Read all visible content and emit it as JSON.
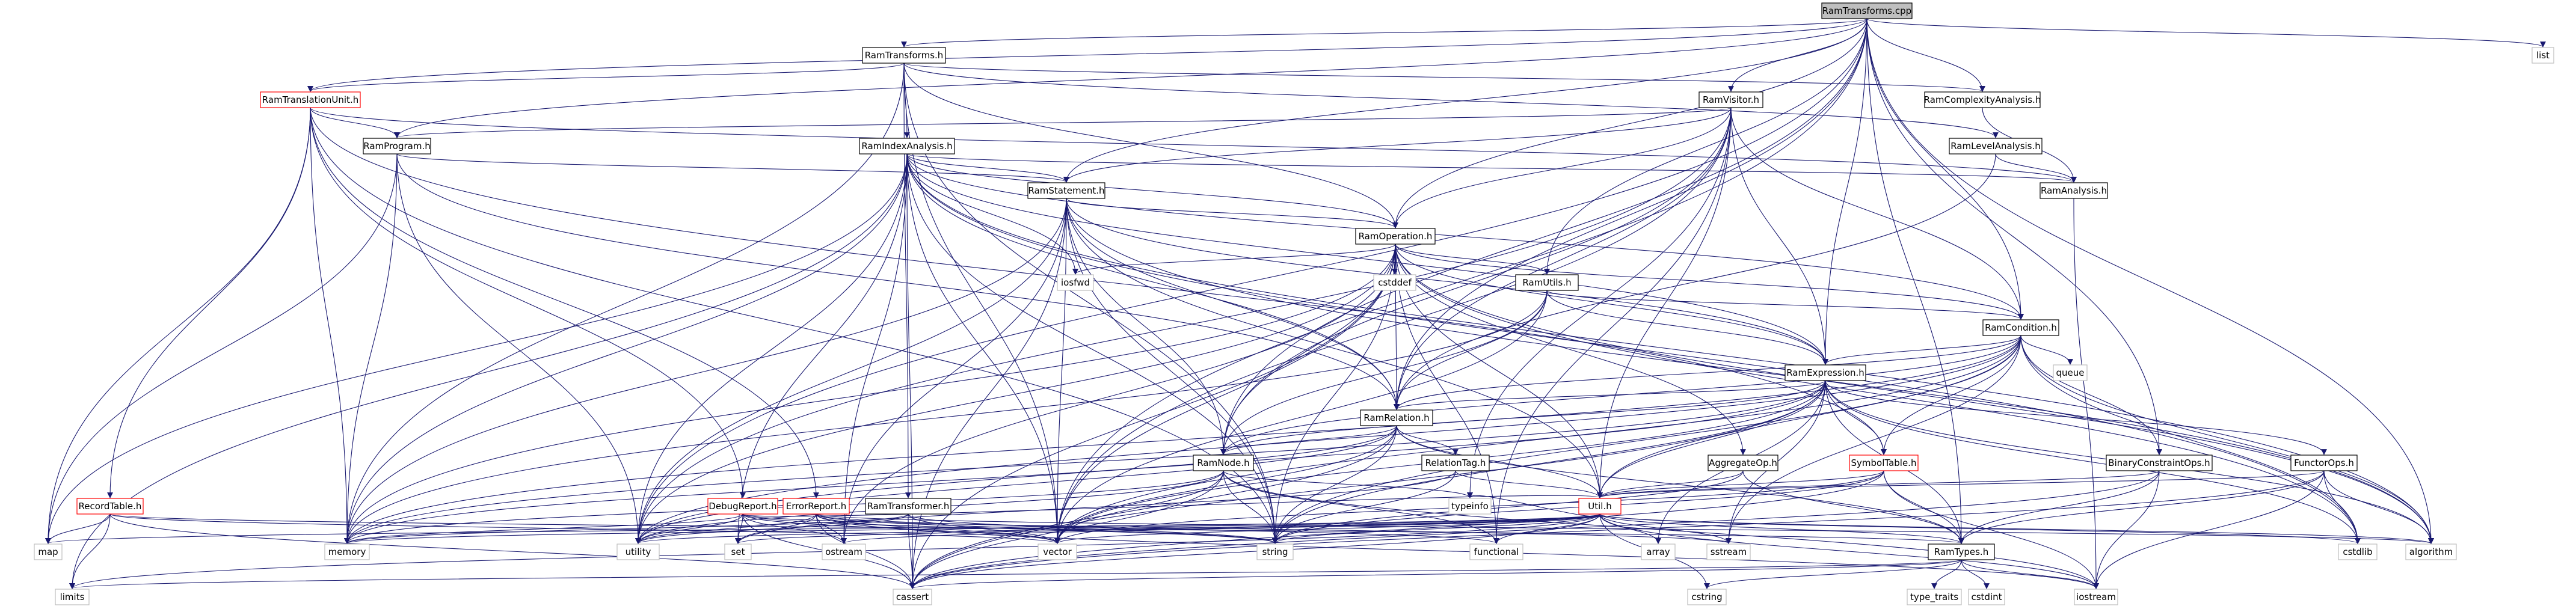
{
  "diagram": {
    "title": "",
    "colors": {
      "edge": "#191970",
      "root_fill": "#bfbfbf",
      "node_border": "#000000",
      "red_border": "#ff0000",
      "external_border": "#bfbfbf",
      "node_fill": "#ffffff",
      "text": "#000000"
    },
    "nodes": [
      {
        "id": "RamTransforms_cpp",
        "label": "RamTransforms.cpp",
        "style": "root"
      },
      {
        "id": "RamTransforms_h",
        "label": "RamTransforms.h",
        "style": "normal"
      },
      {
        "id": "list",
        "label": "list",
        "style": "external"
      },
      {
        "id": "RamTranslationUnit_h",
        "label": "RamTranslationUnit.h",
        "style": "red"
      },
      {
        "id": "RamVisitor_h",
        "label": "RamVisitor.h",
        "style": "normal"
      },
      {
        "id": "RamComplexityAnalysis_h",
        "label": "RamComplexityAnalysis.h",
        "style": "normal"
      },
      {
        "id": "RamProgram_h",
        "label": "RamProgram.h",
        "style": "normal"
      },
      {
        "id": "RamIndexAnalysis_h",
        "label": "RamIndexAnalysis.h",
        "style": "normal"
      },
      {
        "id": "RamLevelAnalysis_h",
        "label": "RamLevelAnalysis.h",
        "style": "normal"
      },
      {
        "id": "RamStatement_h",
        "label": "RamStatement.h",
        "style": "normal"
      },
      {
        "id": "RamAnalysis_h",
        "label": "RamAnalysis.h",
        "style": "normal"
      },
      {
        "id": "RamOperation_h",
        "label": "RamOperation.h",
        "style": "normal"
      },
      {
        "id": "iosfwd",
        "label": "iosfwd",
        "style": "external"
      },
      {
        "id": "cstddef",
        "label": "cstddef",
        "style": "external"
      },
      {
        "id": "RamUtils_h",
        "label": "RamUtils.h",
        "style": "normal"
      },
      {
        "id": "RamCondition_h",
        "label": "RamCondition.h",
        "style": "normal"
      },
      {
        "id": "RamExpression_h",
        "label": "RamExpression.h",
        "style": "normal"
      },
      {
        "id": "queue",
        "label": "queue",
        "style": "external"
      },
      {
        "id": "RamRelation_h",
        "label": "RamRelation.h",
        "style": "normal"
      },
      {
        "id": "RamNode_h",
        "label": "RamNode.h",
        "style": "normal"
      },
      {
        "id": "RelationTag_h",
        "label": "RelationTag.h",
        "style": "normal"
      },
      {
        "id": "AggregateOp_h",
        "label": "AggregateOp.h",
        "style": "normal"
      },
      {
        "id": "SymbolTable_h",
        "label": "SymbolTable.h",
        "style": "red"
      },
      {
        "id": "BinaryConstraintOps_h",
        "label": "BinaryConstraintOps.h",
        "style": "normal"
      },
      {
        "id": "FunctorOps_h",
        "label": "FunctorOps.h",
        "style": "normal"
      },
      {
        "id": "RecordTable_h",
        "label": "RecordTable.h",
        "style": "red"
      },
      {
        "id": "DebugReport_h",
        "label": "DebugReport.h",
        "style": "red"
      },
      {
        "id": "ErrorReport_h",
        "label": "ErrorReport.h",
        "style": "red"
      },
      {
        "id": "RamTransformer_h",
        "label": "RamTransformer.h",
        "style": "normal"
      },
      {
        "id": "typeinfo",
        "label": "typeinfo",
        "style": "external"
      },
      {
        "id": "Util_h",
        "label": "Util.h",
        "style": "red"
      },
      {
        "id": "RamTypes_h",
        "label": "RamTypes.h",
        "style": "normal"
      },
      {
        "id": "map",
        "label": "map",
        "style": "external"
      },
      {
        "id": "memory",
        "label": "memory",
        "style": "external"
      },
      {
        "id": "utility",
        "label": "utility",
        "style": "external"
      },
      {
        "id": "set",
        "label": "set",
        "style": "external"
      },
      {
        "id": "ostream",
        "label": "ostream",
        "style": "external"
      },
      {
        "id": "vector",
        "label": "vector",
        "style": "external"
      },
      {
        "id": "string",
        "label": "string",
        "style": "external"
      },
      {
        "id": "functional",
        "label": "functional",
        "style": "external"
      },
      {
        "id": "array",
        "label": "array",
        "style": "external"
      },
      {
        "id": "sstream",
        "label": "sstream",
        "style": "external"
      },
      {
        "id": "cstdlib",
        "label": "cstdlib",
        "style": "external"
      },
      {
        "id": "algorithm",
        "label": "algorithm",
        "style": "external"
      },
      {
        "id": "limits",
        "label": "limits",
        "style": "external"
      },
      {
        "id": "cassert",
        "label": "cassert",
        "style": "external"
      },
      {
        "id": "cstring",
        "label": "cstring",
        "style": "external"
      },
      {
        "id": "iostream",
        "label": "iostream",
        "style": "external"
      },
      {
        "id": "type_traits",
        "label": "type_traits",
        "style": "external"
      },
      {
        "id": "cstdint",
        "label": "cstdint",
        "style": "external"
      }
    ],
    "edges": [
      [
        "RamTransforms_cpp",
        "RamTransforms_h"
      ],
      [
        "RamTransforms_cpp",
        "list"
      ],
      [
        "RamTransforms_cpp",
        "RamVisitor_h"
      ],
      [
        "RamTransforms_cpp",
        "RamComplexityAnalysis_h"
      ],
      [
        "RamTransforms_cpp",
        "RamProgram_h"
      ],
      [
        "RamTransforms_cpp",
        "RamStatement_h"
      ],
      [
        "RamTransforms_cpp",
        "RamOperation_h"
      ],
      [
        "RamTransforms_cpp",
        "RamUtils_h"
      ],
      [
        "RamTransforms_cpp",
        "RamCondition_h"
      ],
      [
        "RamTransforms_cpp",
        "RamRelation_h"
      ],
      [
        "RamTransforms_cpp",
        "RamNode_h"
      ],
      [
        "RamTransforms_cpp",
        "BinaryConstraintOps_h"
      ],
      [
        "RamTransforms_cpp",
        "RamTypes_h"
      ],
      [
        "RamTransforms_cpp",
        "algorithm"
      ],
      [
        "RamTransforms_cpp",
        "utility"
      ],
      [
        "RamTransforms_cpp",
        "vector"
      ],
      [
        "RamTransforms_cpp",
        "RamExpression_h"
      ],
      [
        "RamTransforms_cpp",
        "RamTranslationUnit_h"
      ],
      [
        "RamTransforms_h",
        "RamTranslationUnit_h"
      ],
      [
        "RamTransforms_h",
        "RamIndexAnalysis_h"
      ],
      [
        "RamTransforms_h",
        "RamComplexityAnalysis_h"
      ],
      [
        "RamTransforms_h",
        "RamLevelAnalysis_h"
      ],
      [
        "RamTransforms_h",
        "RamOperation_h"
      ],
      [
        "RamTransforms_h",
        "RamTransformer_h"
      ],
      [
        "RamTransforms_h",
        "memory"
      ],
      [
        "RamTransforms_h",
        "string"
      ],
      [
        "RamTransforms_h",
        "vector"
      ],
      [
        "RamTranslationUnit_h",
        "RamProgram_h"
      ],
      [
        "RamTranslationUnit_h",
        "RecordTable_h"
      ],
      [
        "RamTranslationUnit_h",
        "DebugReport_h"
      ],
      [
        "RamTranslationUnit_h",
        "ErrorReport_h"
      ],
      [
        "RamTranslationUnit_h",
        "RamAnalysis_h"
      ],
      [
        "RamTranslationUnit_h",
        "SymbolTable_h"
      ],
      [
        "RamTranslationUnit_h",
        "map"
      ],
      [
        "RamTranslationUnit_h",
        "memory"
      ],
      [
        "RamTranslationUnit_h",
        "string"
      ],
      [
        "RamVisitor_h",
        "RamProgram_h"
      ],
      [
        "RamVisitor_h",
        "RamStatement_h"
      ],
      [
        "RamVisitor_h",
        "RamOperation_h"
      ],
      [
        "RamVisitor_h",
        "RamCondition_h"
      ],
      [
        "RamVisitor_h",
        "RamExpression_h"
      ],
      [
        "RamVisitor_h",
        "RamRelation_h"
      ],
      [
        "RamVisitor_h",
        "RamNode_h"
      ],
      [
        "RamVisitor_h",
        "Util_h"
      ],
      [
        "RamVisitor_h",
        "utility"
      ],
      [
        "RamVisitor_h",
        "vector"
      ],
      [
        "RamVisitor_h",
        "functional"
      ],
      [
        "RamVisitor_h",
        "typeinfo"
      ],
      [
        "RamComplexityAnalysis_h",
        "RamAnalysis_h"
      ],
      [
        "RamProgram_h",
        "RamStatement_h"
      ],
      [
        "RamProgram_h",
        "RamRelation_h"
      ],
      [
        "RamProgram_h",
        "memory"
      ],
      [
        "RamProgram_h",
        "map"
      ],
      [
        "RamProgram_h",
        "utility"
      ],
      [
        "RamIndexAnalysis_h",
        "RamAnalysis_h"
      ],
      [
        "RamIndexAnalysis_h",
        "RamStatement_h"
      ],
      [
        "RamIndexAnalysis_h",
        "RamOperation_h"
      ],
      [
        "RamIndexAnalysis_h",
        "RamRelation_h"
      ],
      [
        "RamIndexAnalysis_h",
        "RamCondition_h"
      ],
      [
        "RamIndexAnalysis_h",
        "RamExpression_h"
      ],
      [
        "RamIndexAnalysis_h",
        "iosfwd"
      ],
      [
        "RamIndexAnalysis_h",
        "map"
      ],
      [
        "RamIndexAnalysis_h",
        "memory"
      ],
      [
        "RamIndexAnalysis_h",
        "set"
      ],
      [
        "RamIndexAnalysis_h",
        "string"
      ],
      [
        "RamIndexAnalysis_h",
        "vector"
      ],
      [
        "RamIndexAnalysis_h",
        "utility"
      ],
      [
        "RamIndexAnalysis_h",
        "cstdlib"
      ],
      [
        "RamIndexAnalysis_h",
        "limits"
      ],
      [
        "RamIndexAnalysis_h",
        "ostream"
      ],
      [
        "RamIndexAnalysis_h",
        "algorithm"
      ],
      [
        "RamIndexAnalysis_h",
        "cassert"
      ],
      [
        "RamLevelAnalysis_h",
        "RamAnalysis_h"
      ],
      [
        "RamLevelAnalysis_h",
        "RamRelation_h"
      ],
      [
        "RamStatement_h",
        "RamOperation_h"
      ],
      [
        "RamStatement_h",
        "RamRelation_h"
      ],
      [
        "RamStatement_h",
        "RamNode_h"
      ],
      [
        "RamStatement_h",
        "RamExpression_h"
      ],
      [
        "RamStatement_h",
        "Util_h"
      ],
      [
        "RamStatement_h",
        "memory"
      ],
      [
        "RamStatement_h",
        "vector"
      ],
      [
        "RamStatement_h",
        "string"
      ],
      [
        "RamStatement_h",
        "utility"
      ],
      [
        "RamStatement_h",
        "ostream"
      ],
      [
        "RamStatement_h",
        "algorithm"
      ],
      [
        "RamStatement_h",
        "cassert"
      ],
      [
        "RamAnalysis_h",
        "iostream"
      ],
      [
        "RamOperation_h",
        "iosfwd"
      ],
      [
        "RamOperation_h",
        "cstddef"
      ],
      [
        "RamOperation_h",
        "RamUtils_h"
      ],
      [
        "RamOperation_h",
        "RamCondition_h"
      ],
      [
        "RamOperation_h",
        "RamExpression_h"
      ],
      [
        "RamOperation_h",
        "RamRelation_h"
      ],
      [
        "RamOperation_h",
        "RamNode_h"
      ],
      [
        "RamOperation_h",
        "AggregateOp_h"
      ],
      [
        "RamOperation_h",
        "Util_h"
      ],
      [
        "RamOperation_h",
        "memory"
      ],
      [
        "RamOperation_h",
        "vector"
      ],
      [
        "RamOperation_h",
        "string"
      ],
      [
        "RamOperation_h",
        "cassert"
      ],
      [
        "RamOperation_h",
        "ostream"
      ],
      [
        "RamOperation_h",
        "algorithm"
      ],
      [
        "RamOperation_h",
        "functional"
      ],
      [
        "RamOperation_h",
        "cstdlib"
      ],
      [
        "RamOperation_h",
        "utility"
      ],
      [
        "RamUtils_h",
        "RamCondition_h"
      ],
      [
        "RamUtils_h",
        "RamExpression_h"
      ],
      [
        "RamUtils_h",
        "RamRelation_h"
      ],
      [
        "RamUtils_h",
        "RamNode_h"
      ],
      [
        "RamUtils_h",
        "memory"
      ],
      [
        "RamUtils_h",
        "vector"
      ],
      [
        "RamCondition_h",
        "queue"
      ],
      [
        "RamCondition_h",
        "RamExpression_h"
      ],
      [
        "RamCondition_h",
        "RamRelation_h"
      ],
      [
        "RamCondition_h",
        "RamNode_h"
      ],
      [
        "RamCondition_h",
        "SymbolTable_h"
      ],
      [
        "RamCondition_h",
        "BinaryConstraintOps_h"
      ],
      [
        "RamCondition_h",
        "Util_h"
      ],
      [
        "RamCondition_h",
        "algorithm"
      ],
      [
        "RamCondition_h",
        "cstdlib"
      ],
      [
        "RamCondition_h",
        "vector"
      ],
      [
        "RamCondition_h",
        "memory"
      ],
      [
        "RamCondition_h",
        "sstream"
      ],
      [
        "RamCondition_h",
        "string"
      ],
      [
        "RamCondition_h",
        "utility"
      ],
      [
        "RamExpression_h",
        "RamRelation_h"
      ],
      [
        "RamExpression_h",
        "RamNode_h"
      ],
      [
        "RamExpression_h",
        "SymbolTable_h"
      ],
      [
        "RamExpression_h",
        "FunctorOps_h"
      ],
      [
        "RamExpression_h",
        "RamTypes_h"
      ],
      [
        "RamExpression_h",
        "Util_h"
      ],
      [
        "RamExpression_h",
        "array"
      ],
      [
        "RamExpression_h",
        "cstdlib"
      ],
      [
        "RamExpression_h",
        "algorithm"
      ],
      [
        "RamExpression_h",
        "memory"
      ],
      [
        "RamExpression_h",
        "sstream"
      ],
      [
        "RamExpression_h",
        "string"
      ],
      [
        "RamExpression_h",
        "utility"
      ],
      [
        "RamExpression_h",
        "vector"
      ],
      [
        "RamExpression_h",
        "cassert"
      ],
      [
        "RamRelation_h",
        "RamNode_h"
      ],
      [
        "RamRelation_h",
        "RelationTag_h"
      ],
      [
        "RamRelation_h",
        "RamTypes_h"
      ],
      [
        "RamRelation_h",
        "Util_h"
      ],
      [
        "RamRelation_h",
        "cassert"
      ],
      [
        "RamRelation_h",
        "memory"
      ],
      [
        "RamRelation_h",
        "string"
      ],
      [
        "RamRelation_h",
        "utility"
      ],
      [
        "RamRelation_h",
        "vector"
      ],
      [
        "RamNode_h",
        "functional"
      ],
      [
        "RamNode_h",
        "typeinfo"
      ],
      [
        "RamNode_h",
        "memory"
      ],
      [
        "RamNode_h",
        "vector"
      ],
      [
        "RamNode_h",
        "iostream"
      ],
      [
        "RamNode_h",
        "utility"
      ],
      [
        "RamNode_h",
        "cassert"
      ],
      [
        "RamNode_h",
        "string"
      ],
      [
        "RelationTag_h",
        "Util_h"
      ],
      [
        "RelationTag_h",
        "set"
      ],
      [
        "RelationTag_h",
        "string"
      ],
      [
        "AggregateOp_h",
        "RamTypes_h"
      ],
      [
        "AggregateOp_h",
        "Util_h"
      ],
      [
        "AggregateOp_h",
        "string"
      ],
      [
        "SymbolTable_h",
        "RamTypes_h"
      ],
      [
        "SymbolTable_h",
        "Util_h"
      ],
      [
        "SymbolTable_h",
        "cassert"
      ],
      [
        "SymbolTable_h",
        "iostream"
      ],
      [
        "SymbolTable_h",
        "string"
      ],
      [
        "SymbolTable_h",
        "vector"
      ],
      [
        "BinaryConstraintOps_h",
        "RamTypes_h"
      ],
      [
        "BinaryConstraintOps_h",
        "Util_h"
      ],
      [
        "BinaryConstraintOps_h",
        "cassert"
      ],
      [
        "BinaryConstraintOps_h",
        "iostream"
      ],
      [
        "FunctorOps_h",
        "RamTypes_h"
      ],
      [
        "FunctorOps_h",
        "Util_h"
      ],
      [
        "FunctorOps_h",
        "cassert"
      ],
      [
        "FunctorOps_h",
        "cstdlib"
      ],
      [
        "FunctorOps_h",
        "iostream"
      ],
      [
        "FunctorOps_h",
        "algorithm"
      ],
      [
        "RecordTable_h",
        "RamTypes_h"
      ],
      [
        "RecordTable_h",
        "cassert"
      ],
      [
        "RecordTable_h",
        "map"
      ],
      [
        "RecordTable_h",
        "limits"
      ],
      [
        "RecordTable_h",
        "vector"
      ],
      [
        "DebugReport_h",
        "utility"
      ],
      [
        "DebugReport_h",
        "memory"
      ],
      [
        "DebugReport_h",
        "set"
      ],
      [
        "DebugReport_h",
        "ostream"
      ],
      [
        "DebugReport_h",
        "vector"
      ],
      [
        "DebugReport_h",
        "string"
      ],
      [
        "DebugReport_h",
        "sstream"
      ],
      [
        "DebugReport_h",
        "Util_h"
      ],
      [
        "DebugReport_h",
        "cassert"
      ],
      [
        "ErrorReport_h",
        "algorithm"
      ],
      [
        "ErrorReport_h",
        "cassert"
      ],
      [
        "ErrorReport_h",
        "functional"
      ],
      [
        "ErrorReport_h",
        "iostream"
      ],
      [
        "ErrorReport_h",
        "ostream"
      ],
      [
        "ErrorReport_h",
        "set"
      ],
      [
        "ErrorReport_h",
        "string"
      ],
      [
        "ErrorReport_h",
        "utility"
      ],
      [
        "ErrorReport_h",
        "vector"
      ],
      [
        "RamTransformer_h",
        "string"
      ],
      [
        "RamTransformer_h",
        "memory"
      ],
      [
        "RamTransformer_h",
        "vector"
      ],
      [
        "RamTransformer_h",
        "cassert"
      ],
      [
        "RamTransformer_h",
        "utility"
      ],
      [
        "Util_h",
        "RamTypes_h"
      ],
      [
        "Util_h",
        "algorithm"
      ],
      [
        "Util_h",
        "cassert"
      ],
      [
        "Util_h",
        "cstdlib"
      ],
      [
        "Util_h",
        "cstring"
      ],
      [
        "Util_h",
        "array"
      ],
      [
        "Util_h",
        "functional"
      ],
      [
        "Util_h",
        "map"
      ],
      [
        "Util_h",
        "memory"
      ],
      [
        "Util_h",
        "set"
      ],
      [
        "Util_h",
        "sstream"
      ],
      [
        "Util_h",
        "string"
      ],
      [
        "Util_h",
        "utility"
      ],
      [
        "Util_h",
        "vector"
      ],
      [
        "Util_h",
        "iostream"
      ],
      [
        "Util_h",
        "ostream"
      ],
      [
        "Util_h",
        "limits"
      ],
      [
        "Util_h",
        "typeinfo"
      ],
      [
        "RamTypes_h",
        "cassert"
      ],
      [
        "RamTypes_h",
        "cstdint"
      ],
      [
        "RamTypes_h",
        "iostream"
      ],
      [
        "RamTypes_h",
        "limits"
      ],
      [
        "RamTypes_h",
        "type_traits"
      ],
      [
        "RamTypes_h",
        "cstring"
      ]
    ]
  }
}
